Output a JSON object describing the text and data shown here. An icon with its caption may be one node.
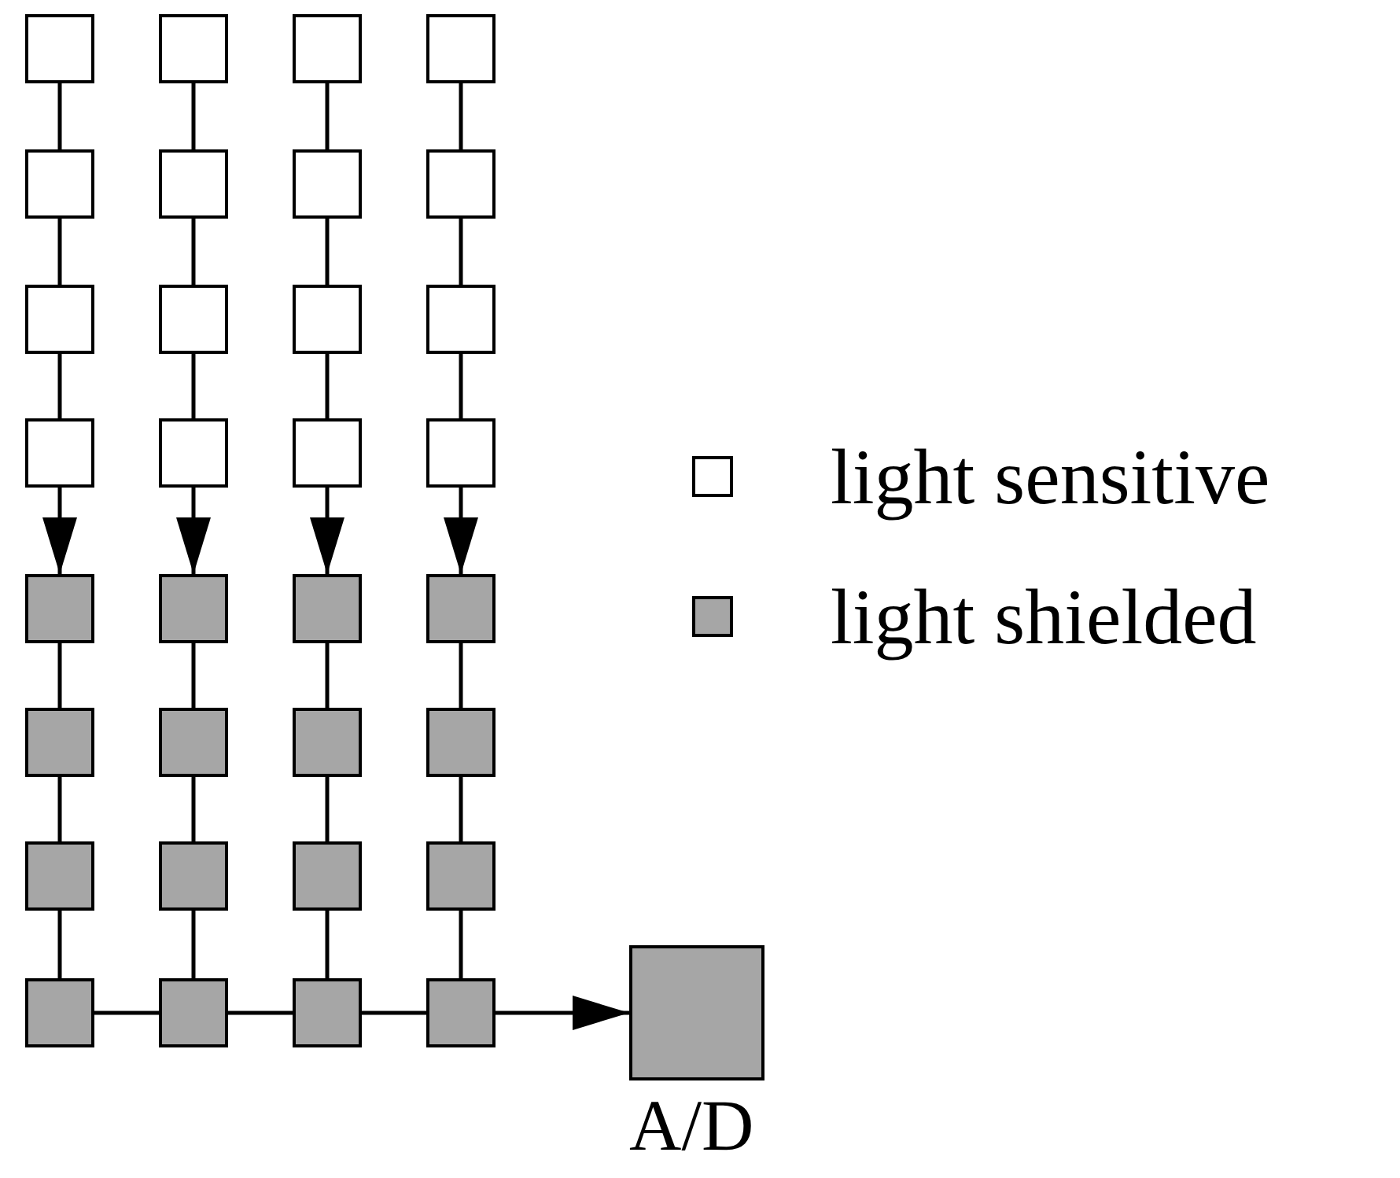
{
  "diagram": {
    "nodes": [
      {
        "text": [],
        "shape": "box"
      },
      {
        "text": [],
        "shape": "box"
      },
      {
        "text": [],
        "shape": "box"
      },
      {
        "text": [],
        "shape": "box"
      },
      {
        "text": [],
        "shape": "box"
      },
      {
        "text": [],
        "shape": "box"
      },
      {
        "text": [],
        "shape": "box"
      },
      {
        "text": [],
        "shape": "box"
      },
      {
        "text": [],
        "shape": "box"
      },
      {
        "text": [],
        "shape": "box"
      },
      {
        "text": [],
        "shape": "box"
      },
      {
        "text": [],
        "shape": "box"
      },
      {
        "text": [],
        "shape": "box"
      },
      {
        "text": [],
        "shape": "box"
      },
      {
        "text": [],
        "shape": "box"
      },
      {
        "text": [],
        "shape": "box"
      },
      {
        "text": [],
        "shape": "box"
      },
      {
        "text": [],
        "shape": "box"
      },
      {
        "text": [],
        "shape": "box"
      },
      {
        "text": [],
        "shape": "box"
      },
      {
        "text": [],
        "shape": "box"
      },
      {
        "text": [],
        "shape": "box"
      },
      {
        "text": [],
        "shape": "box"
      },
      {
        "text": [],
        "shape": "box"
      },
      {
        "text": [],
        "shape": "box"
      },
      {
        "text": [],
        "shape": "box"
      },
      {
        "text": [],
        "shape": "box"
      },
      {
        "text": [],
        "shape": "box"
      },
      {
        "text": [],
        "shape": "box"
      },
      {
        "text": [],
        "shape": "box"
      },
      {
        "text": [],
        "shape": "box"
      },
      {
        "text": [],
        "shape": "box"
      },
      {
        "text": [
          "A/D"
        ]
      }
    ],
    "edges": [
      {
        "from": 0,
        "to": 4,
        "arrow": "none"
      },
      {
        "from": 1,
        "to": 5,
        "arrow": "none"
      },
      {
        "from": 2,
        "to": 6,
        "arrow": "none"
      },
      {
        "from": 3,
        "to": 7,
        "arrow": "none"
      },
      {
        "from": 4,
        "to": 8,
        "arrow": "none"
      },
      {
        "from": 5,
        "to": 9,
        "arrow": "none"
      },
      {
        "from": 6,
        "to": 10,
        "arrow": "none"
      },
      {
        "from": 7,
        "to": 11,
        "arrow": "none"
      },
      {
        "from": 8,
        "to": 12,
        "arrow": "none"
      },
      {
        "from": 9,
        "to": 13,
        "arrow": "none"
      },
      {
        "from": 10,
        "to": 14,
        "arrow": "none"
      },
      {
        "from": 11,
        "to": 15,
        "arrow": "none"
      },
      {
        "from": 12,
        "to": 16,
        "arrow": "to"
      },
      {
        "from": 13,
        "to": 17,
        "arrow": "to"
      },
      {
        "from": 14,
        "to": 18,
        "arrow": "to"
      },
      {
        "from": 15,
        "to": 19,
        "arrow": "to"
      },
      {
        "from": 16,
        "to": 20,
        "arrow": "none"
      },
      {
        "from": 17,
        "to": 21,
        "arrow": "none"
      },
      {
        "from": 18,
        "to": 22,
        "arrow": "none"
      },
      {
        "from": 19,
        "to": 23,
        "arrow": "none"
      },
      {
        "from": 20,
        "to": 24,
        "arrow": "none"
      },
      {
        "from": 21,
        "to": 25,
        "arrow": "none"
      },
      {
        "from": 22,
        "to": 26,
        "arrow": "none"
      },
      {
        "from": 23,
        "to": 27,
        "arrow": "none"
      },
      {
        "from": 24,
        "to": 28,
        "arrow": "none"
      },
      {
        "from": 25,
        "to": 29,
        "arrow": "none"
      },
      {
        "from": 26,
        "to": 30,
        "arrow": "none"
      },
      {
        "from": 27,
        "to": 31,
        "arrow": "none"
      },
      {
        "from": 28,
        "to": 29,
        "arrow": "none"
      },
      {
        "from": 29,
        "to": 30,
        "arrow": "none"
      },
      {
        "from": 30,
        "to": 31,
        "arrow": "none"
      },
      {
        "from": 31,
        "to": 32,
        "arrow": "to"
      }
    ],
    "legend": [
      {
        "text": "light sensitive",
        "color": "#ffffff"
      },
      {
        "text": "light shielded",
        "color": "#a6a6a6"
      }
    ]
  }
}
